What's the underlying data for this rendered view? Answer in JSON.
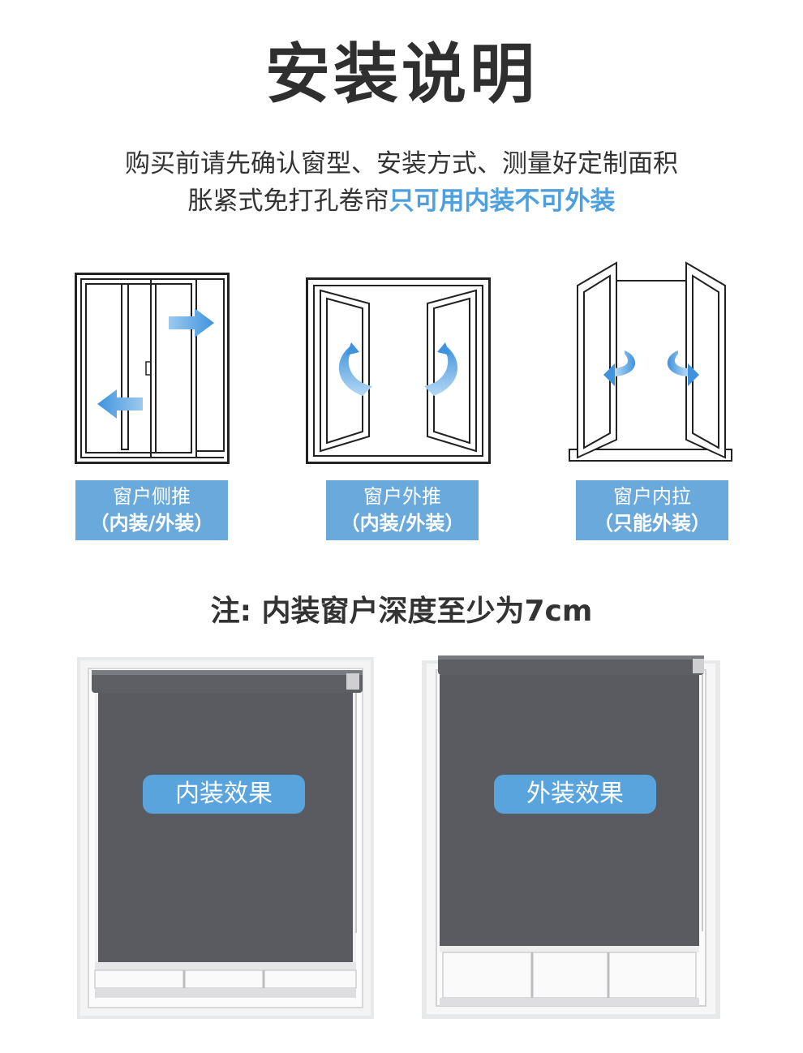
{
  "header": {
    "title": "安装说明",
    "line1": "购买前请先确认窗型、安装方式、测量好定制面积",
    "line2_prefix": "胀紧式免打孔卷帘",
    "line2_highlight": "只可用内装不可外装"
  },
  "window_types": [
    {
      "name": "窗户侧推",
      "note": "（内装/外装）",
      "icon": "sliding-window-icon"
    },
    {
      "name": "窗户外推",
      "note": "（内装/外装）",
      "icon": "outward-casement-window-icon"
    },
    {
      "name": "窗户内拉",
      "note": "（只能外装）",
      "icon": "inward-casement-window-icon"
    }
  ],
  "note": "注: 内装窗户深度至少为7cm",
  "effects": {
    "inside": "内装效果",
    "outside": "外装效果"
  },
  "colors": {
    "accent": "#4d9fde",
    "label_bg": "#6aa9dc",
    "blind": "#5a5b61",
    "title": "#2f2f2f"
  }
}
